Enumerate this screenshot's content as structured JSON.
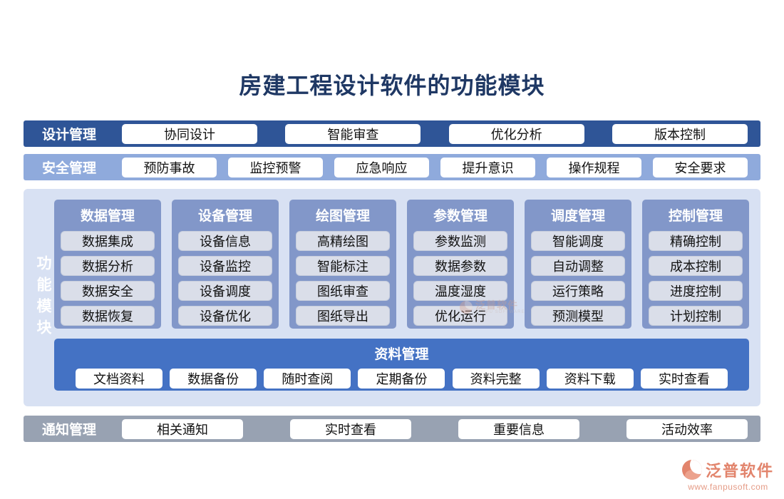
{
  "title": "房建工程设计软件的功能模块",
  "rows": {
    "design": {
      "label": "设计管理",
      "buttons": [
        "协同设计",
        "智能审查",
        "优化分析",
        "版本控制"
      ]
    },
    "safety": {
      "label": "安全管理",
      "buttons": [
        "预防事故",
        "监控预警",
        "应急响应",
        "提升意识",
        "操作规程",
        "安全要求"
      ]
    },
    "notice": {
      "label": "通知管理",
      "buttons": [
        "相关通知",
        "实时查看",
        "重要信息",
        "活动效率"
      ]
    }
  },
  "function_module": {
    "vertical_label": "功能模块",
    "columns": [
      {
        "header": "数据管理",
        "items": [
          "数据集成",
          "数据分析",
          "数据安全",
          "数据恢复"
        ]
      },
      {
        "header": "设备管理",
        "items": [
          "设备信息",
          "设备监控",
          "设备调度",
          "设备优化"
        ]
      },
      {
        "header": "绘图管理",
        "items": [
          "高精绘图",
          "智能标注",
          "图纸审查",
          "图纸导出"
        ]
      },
      {
        "header": "参数管理",
        "items": [
          "参数监测",
          "数据参数",
          "温度湿度",
          "优化运行"
        ]
      },
      {
        "header": "调度管理",
        "items": [
          "智能调度",
          "自动调整",
          "运行策略",
          "预测模型"
        ]
      },
      {
        "header": "控制管理",
        "items": [
          "精确控制",
          "成本控制",
          "进度控制",
          "计划控制"
        ]
      }
    ],
    "data_panel": {
      "header": "资料管理",
      "buttons": [
        "文档资料",
        "数据备份",
        "随时查阅",
        "定期备份",
        "资料完整",
        "资料下载",
        "实时查看"
      ]
    }
  },
  "logo": {
    "name": "泛普软件",
    "url": "www.fanpusoft.com",
    "watermark_sub": "FANPU SOFTWARE"
  },
  "colors": {
    "title_text": "#1F3864",
    "design_bar": "#2F5597",
    "safety_bar": "#8FAADC",
    "main_panel": "#D8E1F3",
    "column_panel": "#8297C9",
    "column_item": "#DADEE9",
    "data_panel": "#4472C4",
    "notice_bar": "#98A2B2",
    "logo_accent": "#E2846C"
  }
}
